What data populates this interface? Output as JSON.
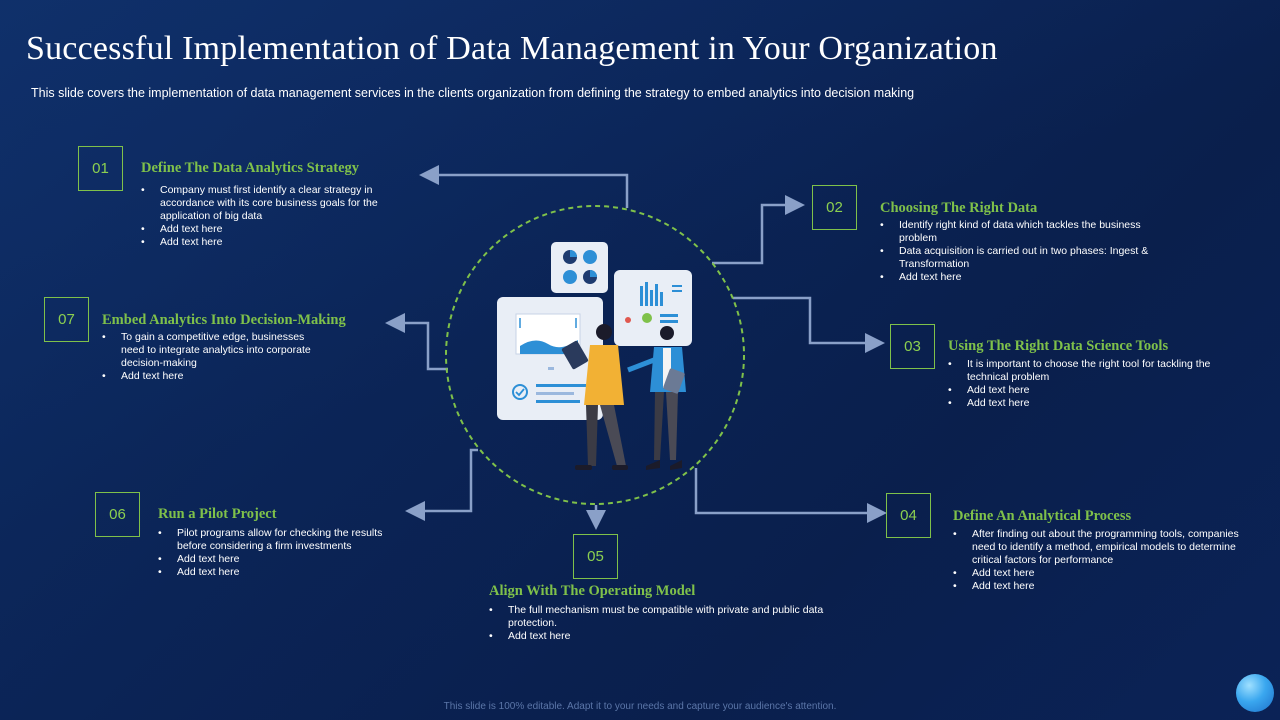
{
  "title": "Successful Implementation of  Data Management in Your Organization",
  "subtitle": "This slide covers  the implementation of data management  services  in the clients organization  from defining  the strategy to embed analytics into decision making",
  "steps": [
    {
      "number": "01",
      "title": "Define The Data Analytics Strategy",
      "bullets": [
        "Company  must first identify a clear strategy in accordance with its core business goals for the application of big data",
        "Add text here",
        "Add text here"
      ]
    },
    {
      "number": "02",
      "title": "Choosing The Right Data",
      "bullets": [
        "Identify right kind of data which tackles the business problem",
        "Data  acquisition is carried out in two phases: Ingest & Transformation",
        "Add text here"
      ]
    },
    {
      "number": "03",
      "title": "Using  The Right  Data Science Tools",
      "bullets": [
        "It is important to choose the right tool for tackling the technical problem",
        "Add text here",
        "Add text here"
      ]
    },
    {
      "number": "04",
      "title": "Define An Analytical Process",
      "bullets": [
        "After finding out about the programming tools, companies need to identify a method, empirical models to determine critical factors for performance",
        "Add text here",
        "Add text here"
      ]
    },
    {
      "number": "05",
      "title": "Align With The Operating Model",
      "bullets": [
        "The full mechanism must be compatible  with private and public data protection.",
        "Add text here"
      ]
    },
    {
      "number": "06",
      "title": "Run a Pilot Project",
      "bullets": [
        "Pilot  programs allow for checking the results before considering a firm investments",
        "Add text here",
        "Add text here"
      ]
    },
    {
      "number": "07",
      "title": "Embed Analytics Into Decision-Making",
      "bullets": [
        "To gain a competitive edge, businesses need to integrate analytics into corporate decision-making",
        "Add text here"
      ]
    }
  ],
  "footer": "This slide is 100% editable. Adapt it to your needs and capture your audience's attention.",
  "colors": {
    "accent_green": "#7fc14a",
    "connector": "#8aa0c8",
    "background": "#0b2456"
  }
}
